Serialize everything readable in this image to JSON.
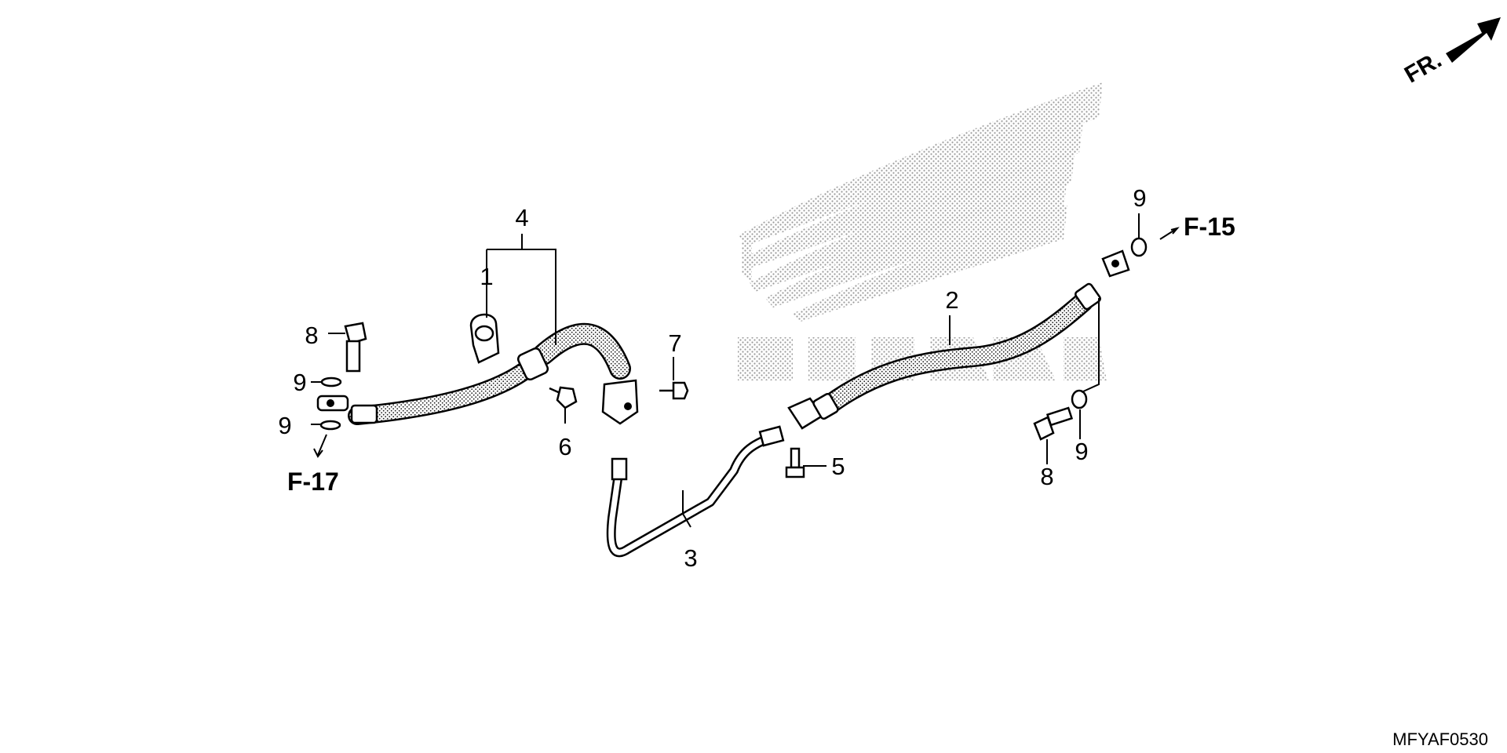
{
  "direction_marker": {
    "label": "FR.",
    "icon": "front-direction-arrow-icon"
  },
  "references": {
    "f15": "F-15",
    "f17": "F-17"
  },
  "callouts": {
    "c1": "1",
    "c2": "2",
    "c3": "3",
    "c4": "4",
    "c5": "5",
    "c6": "6",
    "c7": "7",
    "c8_left": "8",
    "c8_right": "8",
    "c9_left_top": "9",
    "c9_left_bottom": "9",
    "c9_right_top": "9",
    "c9_right_bottom": "9"
  },
  "diagram_code": "MFYAF0530",
  "watermark": {
    "icon": "honda-wing-logo-icon"
  },
  "colors": {
    "line": "#000000",
    "hose_fill": "#ffffff",
    "background": "#ffffff"
  }
}
